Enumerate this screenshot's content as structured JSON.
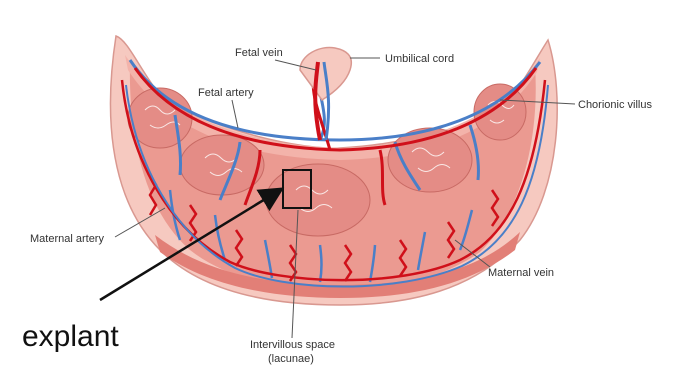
{
  "labels": {
    "fetal_vein": "Fetal vein",
    "umbilical_cord": "Umbilical cord",
    "fetal_artery": "Fetal artery",
    "chorionic_villus": "Chorionic villus",
    "maternal_artery": "Maternal artery",
    "maternal_vein": "Maternal vein",
    "intervillous_line1": "Intervillous space",
    "intervillous_line2": "(lacunae)"
  },
  "annotation": {
    "explant": "explant"
  },
  "colors": {
    "outer_tissue": "#f6c9c0",
    "inner_tissue": "#eb9a91",
    "villus_tissue": "#e48c86",
    "artery_red": "#d0101a",
    "vein_blue": "#4a7fc8",
    "callout_box": "#111111"
  }
}
